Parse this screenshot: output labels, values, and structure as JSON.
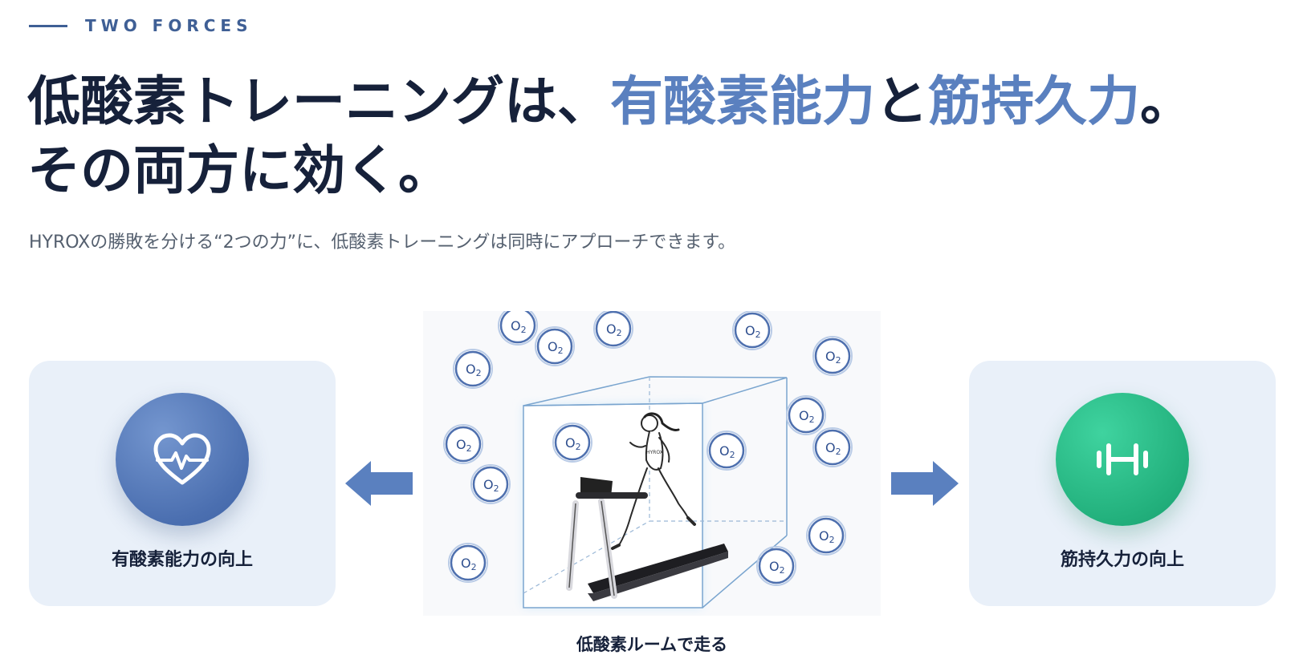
{
  "eyebrow": "TWO FORCES",
  "headline": {
    "line1_part1": "低酸素トレーニングは、",
    "accent1": "有酸素能力",
    "connector": "と",
    "accent2": "筋持久力",
    "line1_end": "。",
    "line2": "その両方に効く。"
  },
  "lead": "HYROXの勝敗を分ける“2つの力”に、低酸素トレーニングは同時にアプローチできます。",
  "cards": {
    "left": {
      "label": "有酸素能力の向上",
      "icon": "heart-pulse-icon"
    },
    "right": {
      "label": "筋持久力の向上",
      "icon": "dumbbell-icon"
    }
  },
  "center": {
    "caption": "低酸素ルームで走る",
    "o2_label": "O",
    "o2_sub": "2",
    "shirt_text": "HYROX"
  },
  "colors": {
    "accent_blue": "#5a80bf",
    "dark_text": "#16213a",
    "card_bg": "#e9f0f9",
    "green": "#22b07c"
  }
}
